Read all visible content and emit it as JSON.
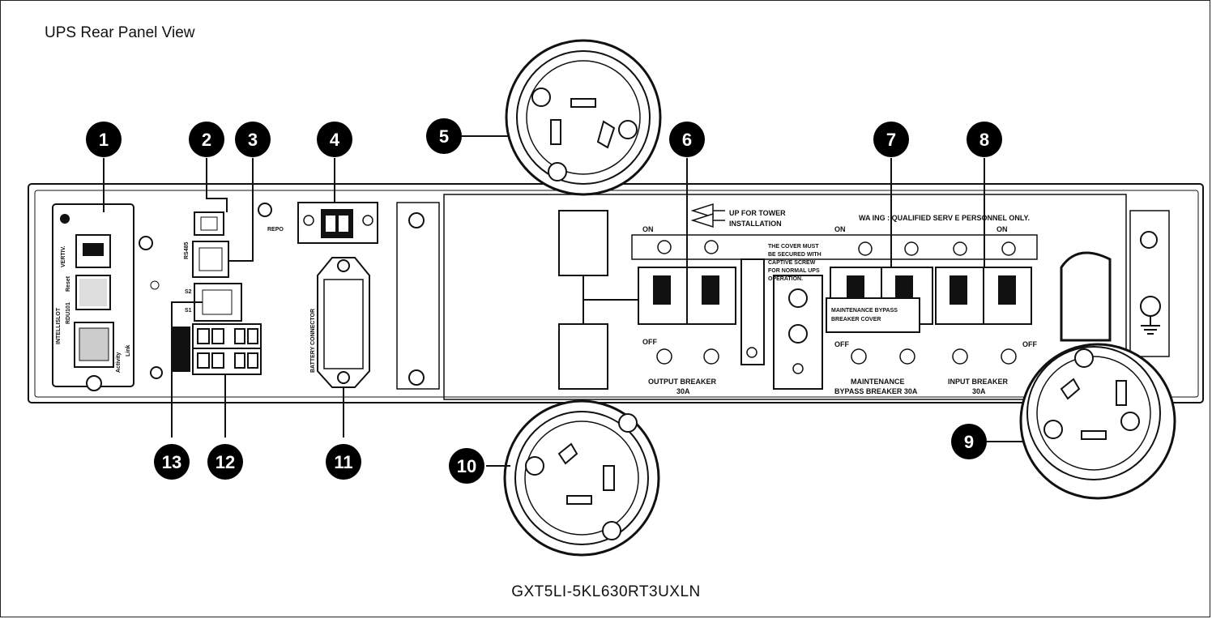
{
  "title": "UPS Rear Panel View",
  "model": "GXT5LI-5KL630RT3UXLN",
  "callouts": [
    "1",
    "2",
    "3",
    "4",
    "5",
    "6",
    "7",
    "8",
    "9",
    "10",
    "11",
    "12",
    "13"
  ],
  "labels": {
    "vertiv": "VERTIV.",
    "intellislot": "INTELLISLOT",
    "rdu": "RDU101",
    "link": "Link",
    "activity": "Activity",
    "reset": "Reset",
    "rs485": "RS485",
    "s1": "S1",
    "s2": "S2",
    "repo": "REPO",
    "battery_connector": "BATTERY CONNECTOR",
    "up_tower_1": "UP FOR TOWER",
    "up_tower_2": "INSTALLATION",
    "warning": "WA     ING : QUALIFIED SERV     E PERSONNEL ONLY.",
    "on_left": "ON",
    "on_mid": "ON",
    "on_right": "ON",
    "off_left": "OFF",
    "off_mid": "OFF",
    "off_right": "OFF",
    "cover_note_1": "THE COVER MUST",
    "cover_note_2": "BE SECURED WITH",
    "cover_note_3": "CAPTIVE SCREW",
    "cover_note_4": "FOR NORMAL UPS",
    "cover_note_5": "OPERATION.",
    "mbc_1": "MAINTENANCE BYPASS",
    "mbc_2": "BREAKER COVER",
    "output_breaker_1": "OUTPUT BREAKER",
    "output_breaker_2": "30A",
    "maint_breaker_1": "MAINTENANCE",
    "maint_breaker_2": "BYPASS BREAKER 30A",
    "input_breaker_1": "INPUT BREAKER",
    "input_breaker_2": "30A"
  },
  "colors": {
    "ink": "#111111",
    "panel_fill": "#ffffff",
    "callout_fill": "#000000"
  }
}
